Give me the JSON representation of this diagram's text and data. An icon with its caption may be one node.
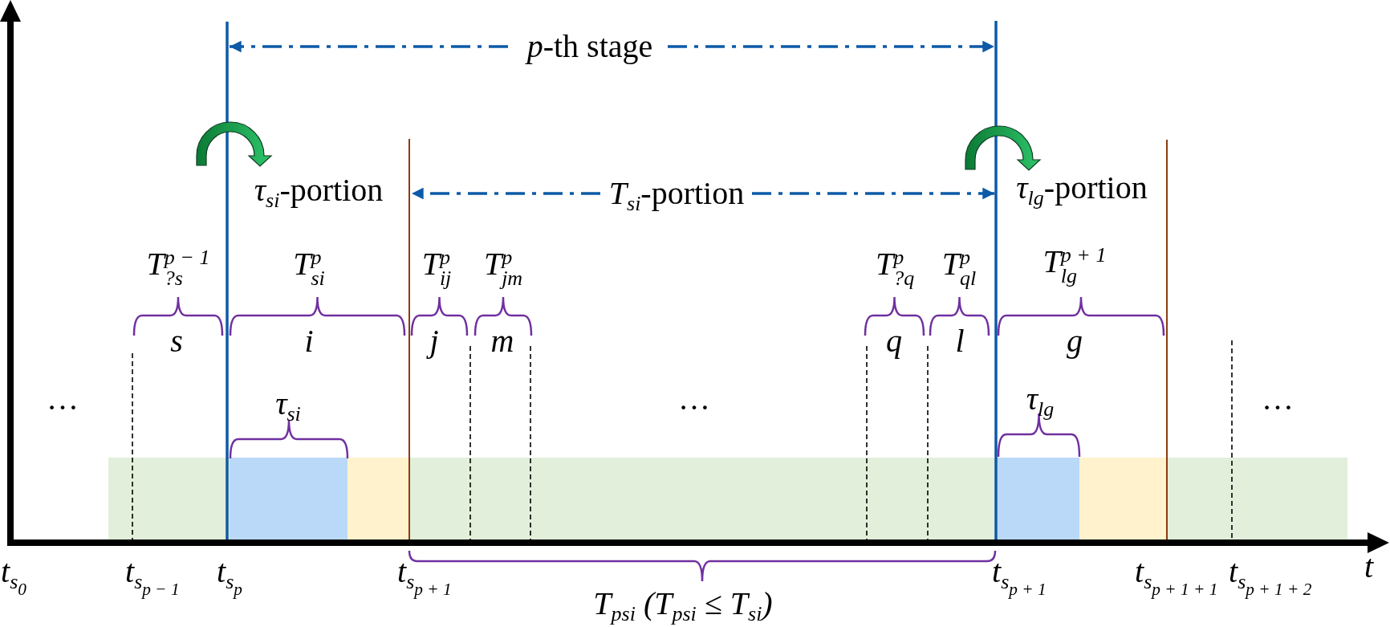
{
  "diagram": {
    "labels": [
      "*p*-th stage",
      "*τ*$_{si}$-portion",
      "*T*$_{si}$-portion",
      "*τ*$_{lg}$-portion",
      "T$^{p − 1}$$_{?s}$",
      "T$^{p}$$_{si}$",
      "T$^{p}$$_{ij}$",
      "T$^{p}$$_{jm}$",
      "T$^{p}$$_{?q}$",
      "T$^{p}$$_{ql}$",
      "T$^{p + 1}$$_{lg}$",
      "s",
      "i",
      "j",
      "m",
      "q",
      "l",
      "g",
      "…",
      "τ$_{si}$",
      "…",
      "τ$_{lg}$",
      "…",
      "t$_{s}$$_{0}$",
      "t$_{s}$$_{p − 1}$",
      "t$_{s}$$_{p}$",
      "t$_{s}$$_{p + 1}$",
      "t$_{s}$$_{p + 1}$",
      "t$_{s}$$_{p + 1 + 1}$",
      "t$_{s}$$_{p + 1 + 2}$",
      "t",
      "T$_{psi}$ (T$_{psi}$ ≤ T$_{si}$)"
    ]
  }
}
